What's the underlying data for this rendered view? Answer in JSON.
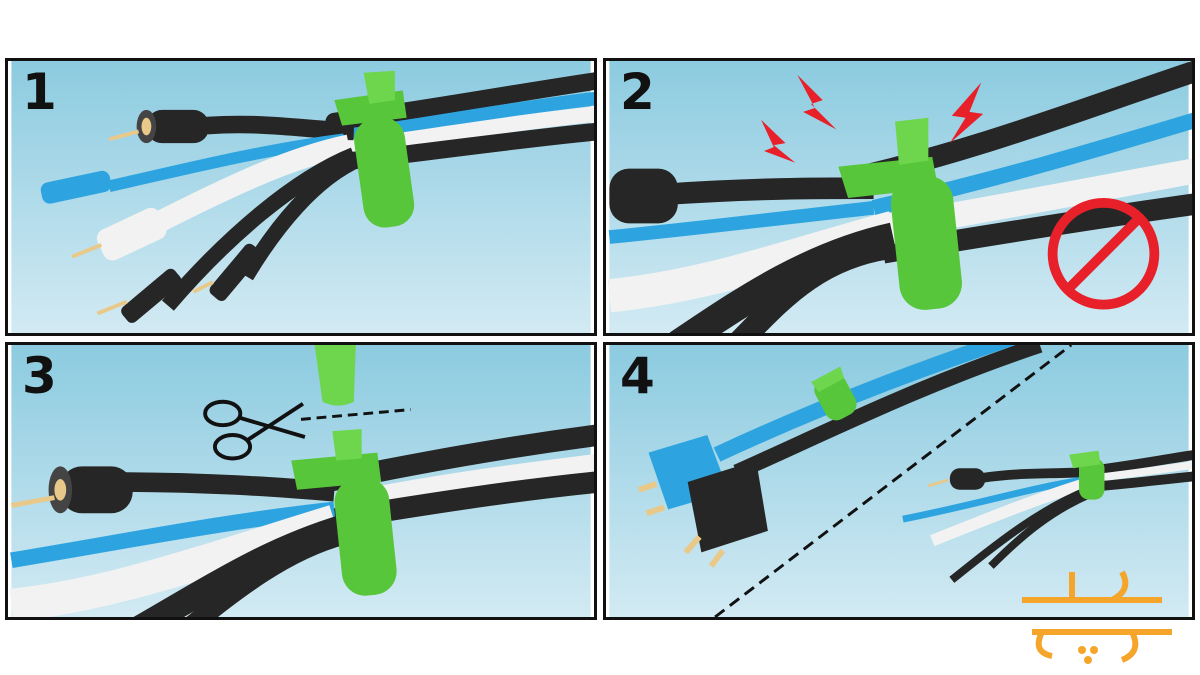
{
  "panels": [
    {
      "number": "1",
      "scene": "cables-bundled-with-tie"
    },
    {
      "number": "2",
      "scene": "overtightened-tie-warning"
    },
    {
      "number": "3",
      "scene": "trim-excess-strap"
    },
    {
      "number": "4",
      "scene": "finished-bundles"
    }
  ],
  "colors": {
    "background_top": "#8ccbe0",
    "background_bottom": "#cfe9f2",
    "cable_black": "#262626",
    "cable_blue": "#2da4e0",
    "cable_white": "#f2f2f2",
    "tie_green": "#58c63a",
    "pin_gold": "#e8c98a",
    "warning_red": "#e8202a",
    "logo_orange": "#f4a52a"
  },
  "icons": [
    "scissors-icon",
    "no-entry-icon",
    "lightning-icon",
    "plug-icon"
  ]
}
